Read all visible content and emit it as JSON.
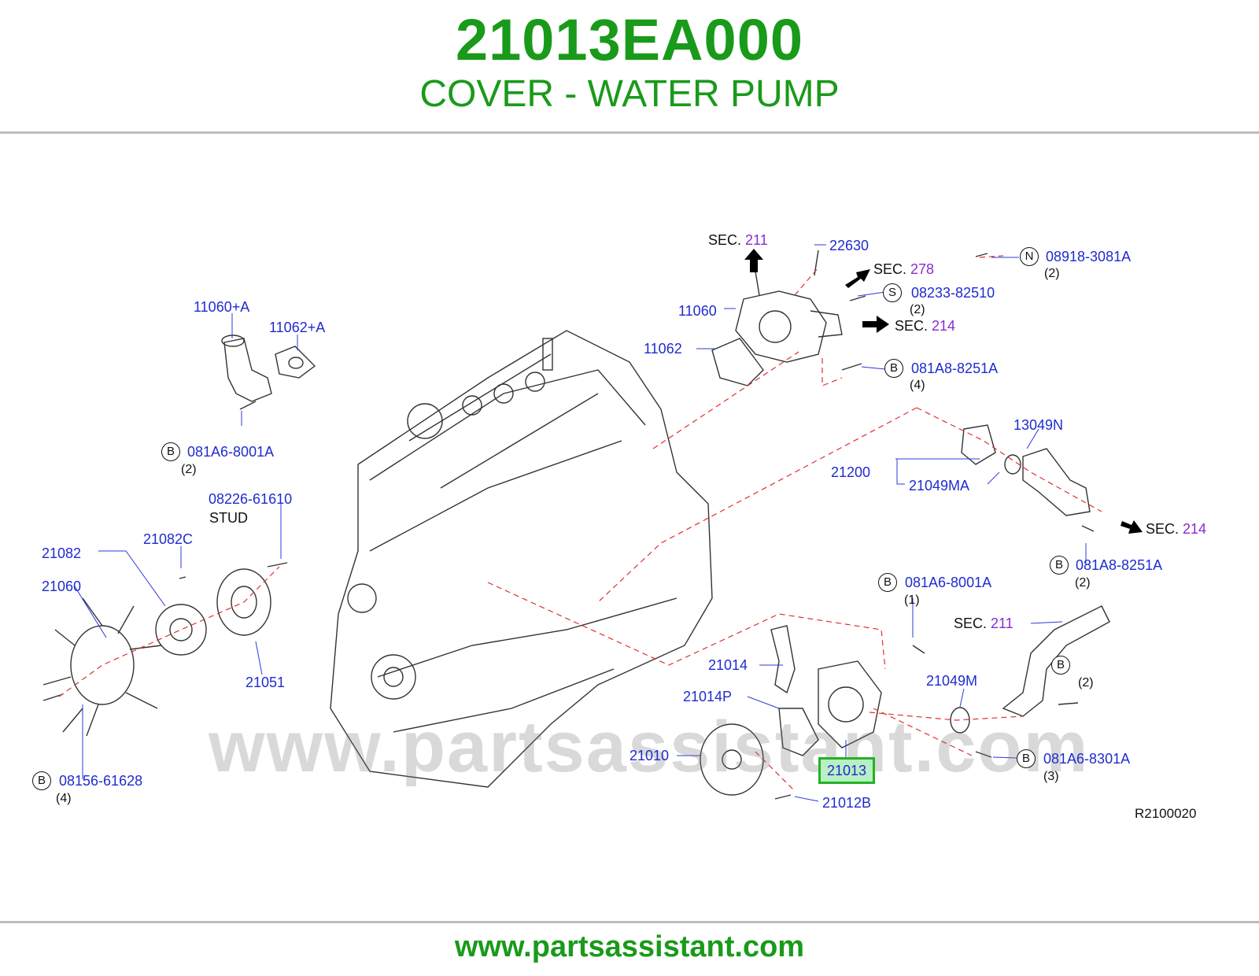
{
  "header": {
    "part_number": "21013EA000",
    "part_title": "COVER - WATER PUMP"
  },
  "footer": {
    "url": "www.partsassistant.com"
  },
  "watermark": "www.partsassistant.com",
  "colors": {
    "brand_green": "#1a9a1a",
    "label_blue": "#1f2bd0",
    "section_purple": "#8a2bd2",
    "highlight_fill": "#b9efc4",
    "leader_red": "#e03030"
  },
  "diagram": {
    "code": "R2100020",
    "highlighted_part": "21013",
    "labels": {
      "p22630": "22630",
      "sec211_top_word": "SEC.",
      "sec211_top_num": "211",
      "sec278_word": "SEC.",
      "sec278_num": "278",
      "p08918": "08918-3081A",
      "p08918_qty": "(2)",
      "p08918_circle": "N",
      "p08233": "08233-82510",
      "p08233_qty": "(2)",
      "p08233_circle": "S",
      "p11060": "11060",
      "sec214a_word": "SEC.",
      "sec214a_num": "214",
      "p11062": "11062",
      "p081a8a": "081A8-8251A",
      "p081a8a_qty": "(4)",
      "p081a8a_circle": "B",
      "p11060a": "11060+A",
      "p11062a": "11062+A",
      "p081a6a": "081A6-8001A",
      "p081a6a_qty": "(2)",
      "p081a6a_circle": "B",
      "p13049n": "13049N",
      "p21200": "21200",
      "p21049ma": "21049MA",
      "sec214b_word": "SEC.",
      "sec214b_num": "214",
      "p081a8b": "081A8-8251A",
      "p081a8b_qty": "(2)",
      "p081a8b_circle": "B",
      "p08226": "08226-61610",
      "stud": "STUD",
      "p21082c": "21082C",
      "p21082": "21082",
      "p21060": "21060",
      "p21051": "21051",
      "p08156": "08156-61628",
      "p08156_qty": "(4)",
      "p08156_circle": "B",
      "p081a6b": "081A6-8001A",
      "p081a6b_qty": "(1)",
      "p081a6b_circle": "B",
      "sec211b_word": "SEC.",
      "sec211b_num": "211",
      "p21014": "21014",
      "p21014p": "21014P",
      "p21049m": "21049M",
      "qty2_right": "(2)",
      "circle_b_right": "B",
      "p21010": "21010",
      "p21013": "21013",
      "p21012b": "21012B",
      "p081a6c": "081A6-8301A",
      "p081a6c_qty": "(3)",
      "p081a6c_circle": "B"
    }
  }
}
